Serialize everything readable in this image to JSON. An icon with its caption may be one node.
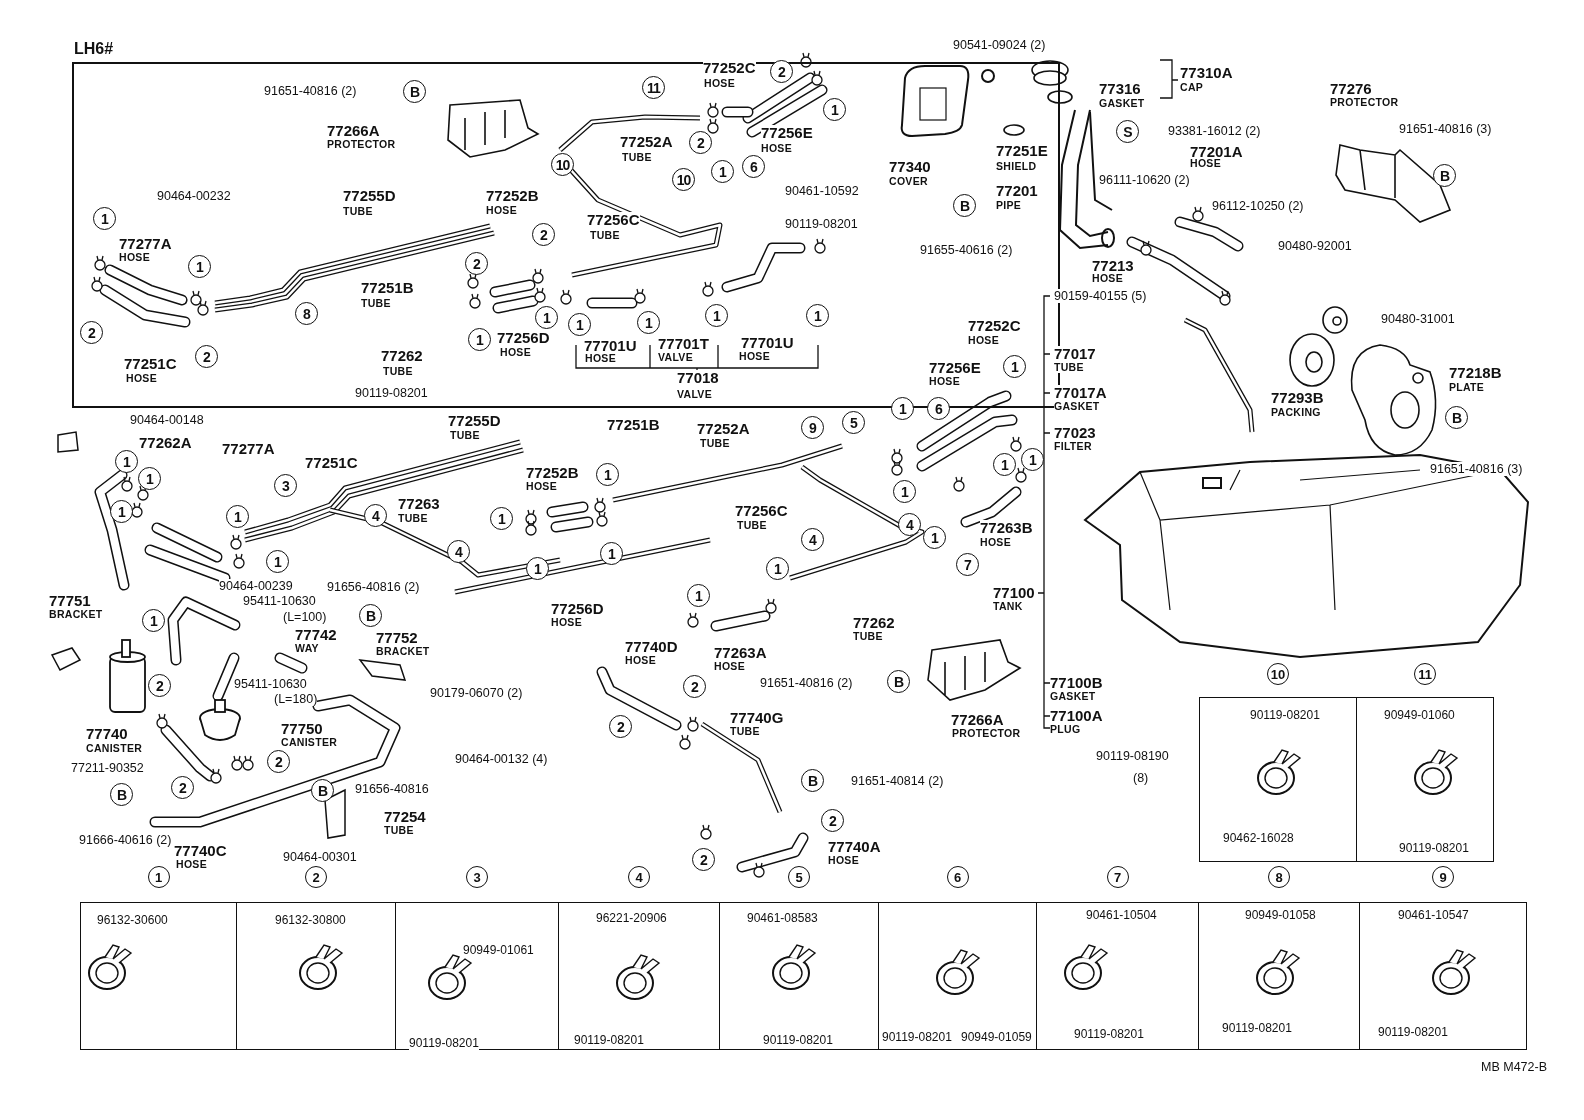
{
  "diagram": {
    "nodes": [
      {
        "text": [
          "LH6#"
        ]
      },
      {
        "text": [
          "10",
          "90119-08201",
          "90462-16028"
        ]
      },
      {
        "text": [
          "11",
          "90949-01060",
          "90119-08201"
        ]
      },
      {
        "text": [
          "1",
          "96132-30600"
        ]
      },
      {
        "text": [
          "2",
          "96132-30800"
        ]
      },
      {
        "text": [
          "3",
          "90949-01061",
          "90119-08201"
        ]
      },
      {
        "text": [
          "4",
          "96221-20906",
          "90119-08201"
        ]
      },
      {
        "text": [
          "5",
          "90461-08583",
          "90119-08201"
        ]
      },
      {
        "text": [
          "6",
          "90119-08201",
          "90949-01059"
        ]
      },
      {
        "text": [
          "7",
          "90461-10504",
          "90119-08201"
        ]
      },
      {
        "text": [
          "8",
          "90949-01058",
          "90119-08201"
        ]
      },
      {
        "text": [
          "9",
          "90461-10547",
          "90119-08201"
        ]
      }
    ],
    "labels": [
      "91651-40816 (2)",
      "B",
      "77266A",
      "PROTECTOR",
      "90464-00232",
      "77255D",
      "TUBE",
      "77252B",
      "HOSE",
      "1",
      "77277A",
      "HOSE",
      "1",
      "2",
      "2",
      "77251C",
      "HOSE",
      "8",
      "77251B",
      "TUBE",
      "77262",
      "TUBE",
      "2",
      "1",
      "77256D",
      "HOSE",
      "90119-08201",
      "2",
      "1",
      "77252C",
      "HOSE",
      "2",
      "1",
      "11",
      "77252A",
      "TUBE",
      "2",
      "1",
      "6",
      "77256E",
      "HOSE",
      "10",
      "10",
      "77256C",
      "TUBE",
      "90461-10592",
      "90119-08201",
      "1",
      "1",
      "1",
      "1",
      "77701U",
      "HOSE",
      "77701T",
      "VALVE",
      "77701U",
      "HOSE",
      "77018",
      "VALVE",
      "90541-09024 (2)",
      "77340",
      "COVER",
      "B",
      "91655-40616 (2)",
      "77251E",
      "SHIELD",
      "77201",
      "PIPE",
      "77316",
      "GASKET",
      "77310A",
      "CAP",
      "S",
      "93381-16012 (2)",
      "77201A",
      "HOSE",
      "96111-10620 (2)",
      "96112-10250 (2)",
      "77213",
      "HOSE",
      "90159-40155 (5)",
      "77276",
      "PROTECTOR",
      "91651-40816 (3)",
      "B",
      "90480-92001",
      "90480-31001",
      "77017",
      "TUBE",
      "77017A",
      "GASKET",
      "77023",
      "FILTER",
      "77293B",
      "PACKING",
      "77218B",
      "PLATE",
      "B",
      "91651-40816 (3)",
      "77252C",
      "HOSE",
      "77256E",
      "HOSE",
      "1",
      "1",
      "6",
      "1",
      "1",
      "1",
      "1",
      "7",
      "77263B",
      "HOSE",
      "77100",
      "TANK",
      "90119-08190",
      "(8)",
      "77100B",
      "GASKET",
      "77100A",
      "PLUG",
      "90464-00148",
      "77262A",
      "1",
      "1",
      "77277A",
      "77251C",
      "1",
      "1",
      "1",
      "3",
      "4",
      "4",
      "77263",
      "TUBE",
      "90464-00239",
      "91656-40816 (2)",
      "B",
      "77751",
      "BRACKET",
      "1",
      "95411-10630",
      "(L=100)",
      "77742",
      "WAY",
      "77752",
      "BRACKET",
      "90179-06070 (2)",
      "95411-10630",
      "(L=180)",
      "2",
      "77740",
      "CANISTER",
      "77750",
      "CANISTER",
      "77211-90352",
      "2",
      "2",
      "B",
      "91666-40616 (2)",
      "B",
      "91656-40816",
      "77254",
      "TUBE",
      "90464-00132 (4)",
      "77740C",
      "HOSE",
      "90464-00301",
      "77255D",
      "TUBE",
      "77251B",
      "77252A",
      "TUBE",
      "9",
      "5",
      "77252B",
      "HOSE",
      "1",
      "1",
      "1",
      "1",
      "77256C",
      "TUBE",
      "4",
      "4",
      "77256D",
      "HOSE",
      "1",
      "1",
      "77262",
      "TUBE",
      "77740D",
      "HOSE",
      "77263A",
      "HOSE",
      "91651-40816 (2)",
      "B",
      "77266A",
      "PROTECTOR",
      "2",
      "2",
      "77740G",
      "TUBE",
      "B",
      "91651-40814 (2)",
      "2",
      "2",
      "77740A",
      "HOSE",
      "MB M472-B"
    ]
  }
}
